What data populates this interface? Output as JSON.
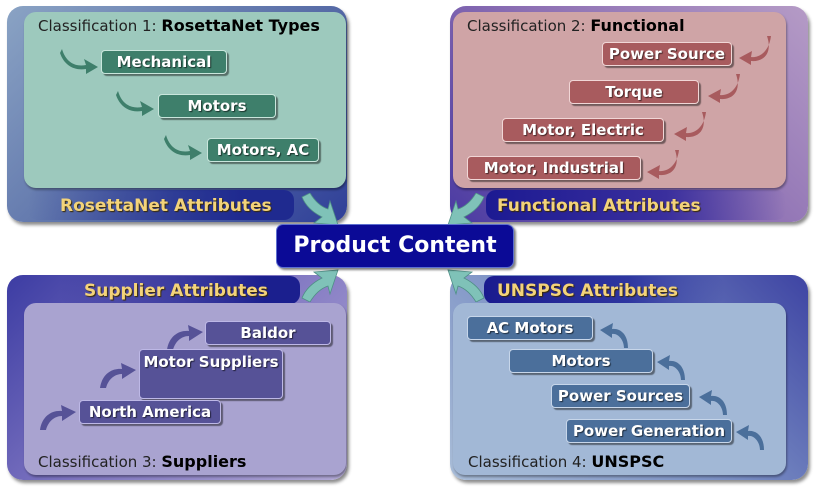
{
  "center": {
    "label": "Product Content"
  },
  "quadrants": {
    "rosettanet": {
      "classification_prefix": "Classification 1: ",
      "classification_name": "RosettaNet Types",
      "attributes_label": "RosettaNet Attributes",
      "items": [
        "Mechanical",
        "Motors",
        "Motors, AC"
      ],
      "color": "#3e7f6b"
    },
    "functional": {
      "classification_prefix": "Classification 2: ",
      "classification_name": "Functional",
      "attributes_label": "Functional Attributes",
      "items": [
        "Power Source",
        "Torque",
        "Motor, Electric",
        "Motor, Industrial"
      ],
      "color": "#a85b5e"
    },
    "suppliers": {
      "classification_prefix": "Classification 3: ",
      "classification_name": "Suppliers",
      "attributes_label": "Supplier Attributes",
      "items": [
        "Baldor",
        "Motor Suppliers",
        "North America"
      ],
      "color": "#565297"
    },
    "unspsc": {
      "classification_prefix": "Classification 4: ",
      "classification_name": "UNSPSC",
      "attributes_label": "UNSPSC Attributes",
      "items": [
        "AC Motors",
        "Motors",
        "Power Sources",
        "Power Generation"
      ],
      "color": "#4b6f9b"
    }
  },
  "colors": {
    "center_fill": "#0b0a96",
    "attribute_text": "#f3d37a",
    "connector_arrow": "#7fc2b8"
  }
}
